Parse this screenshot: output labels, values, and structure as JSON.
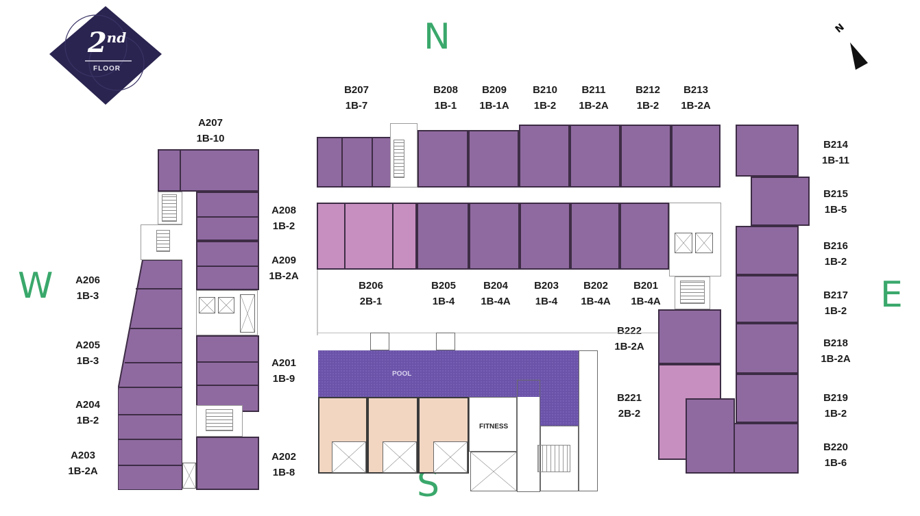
{
  "floor_badge": {
    "number": "2",
    "suffix": "nd",
    "label": "FLOOR",
    "color": "#2a2450"
  },
  "compass": {
    "north": "N",
    "south": "S",
    "east": "E",
    "west": "W",
    "north_arrow_label": "N",
    "letter_color": "#3aa86b"
  },
  "colors": {
    "unit_1b": "#8f6aa0",
    "unit_2b": "#c78fbf",
    "pool": "#6a53a8",
    "townhome": "#f2d6c2",
    "wall": "#3d2c45"
  },
  "amenities": {
    "pool": "POOL",
    "fitness": "FITNESS"
  },
  "building_a": {
    "units": [
      {
        "unit": "A207",
        "type": "1B-10"
      },
      {
        "unit": "A208",
        "type": "1B-2"
      },
      {
        "unit": "A209",
        "type": "1B-2A"
      },
      {
        "unit": "A206",
        "type": "1B-3"
      },
      {
        "unit": "A205",
        "type": "1B-3"
      },
      {
        "unit": "A201",
        "type": "1B-9"
      },
      {
        "unit": "A204",
        "type": "1B-2"
      },
      {
        "unit": "A203",
        "type": "1B-2A"
      },
      {
        "unit": "A202",
        "type": "1B-8"
      }
    ]
  },
  "building_b": {
    "north_units": [
      {
        "unit": "B207",
        "type": "1B-7"
      },
      {
        "unit": "B208",
        "type": "1B-1"
      },
      {
        "unit": "B209",
        "type": "1B-1A"
      },
      {
        "unit": "B210",
        "type": "1B-2"
      },
      {
        "unit": "B211",
        "type": "1B-2A"
      },
      {
        "unit": "B212",
        "type": "1B-2"
      },
      {
        "unit": "B213",
        "type": "1B-2A"
      }
    ],
    "south_units": [
      {
        "unit": "B206",
        "type": "2B-1"
      },
      {
        "unit": "B205",
        "type": "1B-4"
      },
      {
        "unit": "B204",
        "type": "1B-4A"
      },
      {
        "unit": "B203",
        "type": "1B-4"
      },
      {
        "unit": "B202",
        "type": "1B-4A"
      },
      {
        "unit": "B201",
        "type": "1B-4A"
      }
    ],
    "east_units": [
      {
        "unit": "B214",
        "type": "1B-11"
      },
      {
        "unit": "B215",
        "type": "1B-5"
      },
      {
        "unit": "B216",
        "type": "1B-2"
      },
      {
        "unit": "B217",
        "type": "1B-2"
      },
      {
        "unit": "B218",
        "type": "1B-2A"
      },
      {
        "unit": "B219",
        "type": "1B-2"
      },
      {
        "unit": "B220",
        "type": "1B-6"
      }
    ],
    "west_wing_units": [
      {
        "unit": "B222",
        "type": "1B-2A"
      },
      {
        "unit": "B221",
        "type": "2B-2"
      }
    ]
  }
}
